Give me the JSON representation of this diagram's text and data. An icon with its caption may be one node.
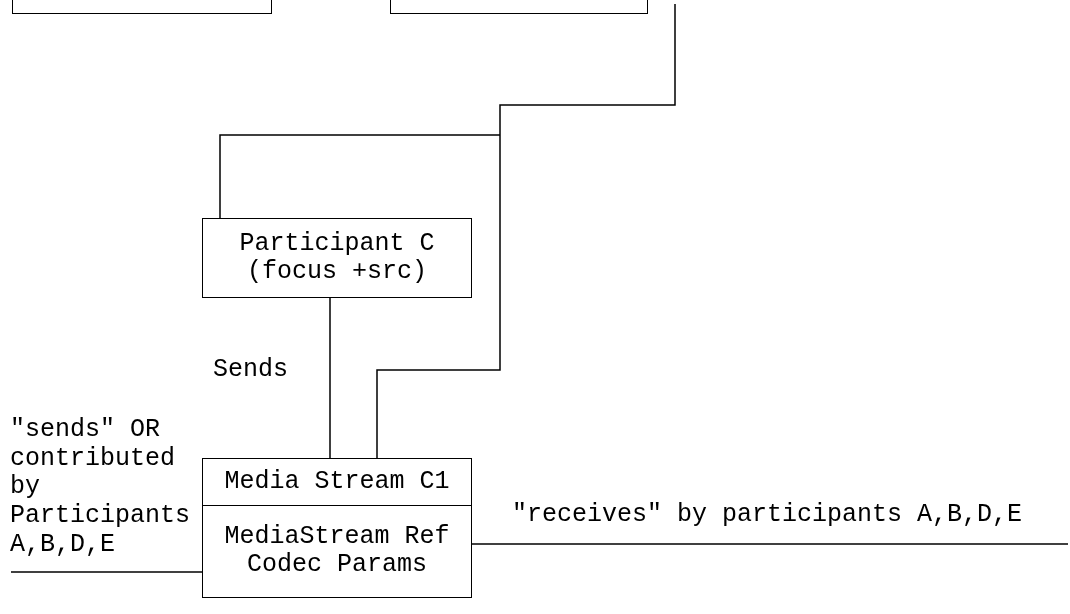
{
  "diagram": {
    "nodes": [
      {
        "text": [],
        "shape": "box"
      },
      {
        "text": [],
        "shape": "box"
      },
      {
        "text": [
          "Participant C",
          "(focus +src)"
        ]
      },
      {
        "text": [
          "Media Stream C1",
          "MediaStream Ref Codec Params"
        ]
      }
    ],
    "edges": [
      {
        "from": null,
        "to": 3,
        "arrow": "none"
      },
      {
        "from": null,
        "to": 2,
        "arrow": "none"
      },
      {
        "from": 2,
        "to": 3,
        "label": "Sends",
        "arrow": "none"
      },
      {
        "from": null,
        "to": 3,
        "label": "\"sends\" OR contributed by Participants A,B,D,E",
        "arrow": "none"
      },
      {
        "from": 3,
        "to": null,
        "label": "\"receives\" by participants A,B,D,E",
        "arrow": "none"
      }
    ]
  }
}
